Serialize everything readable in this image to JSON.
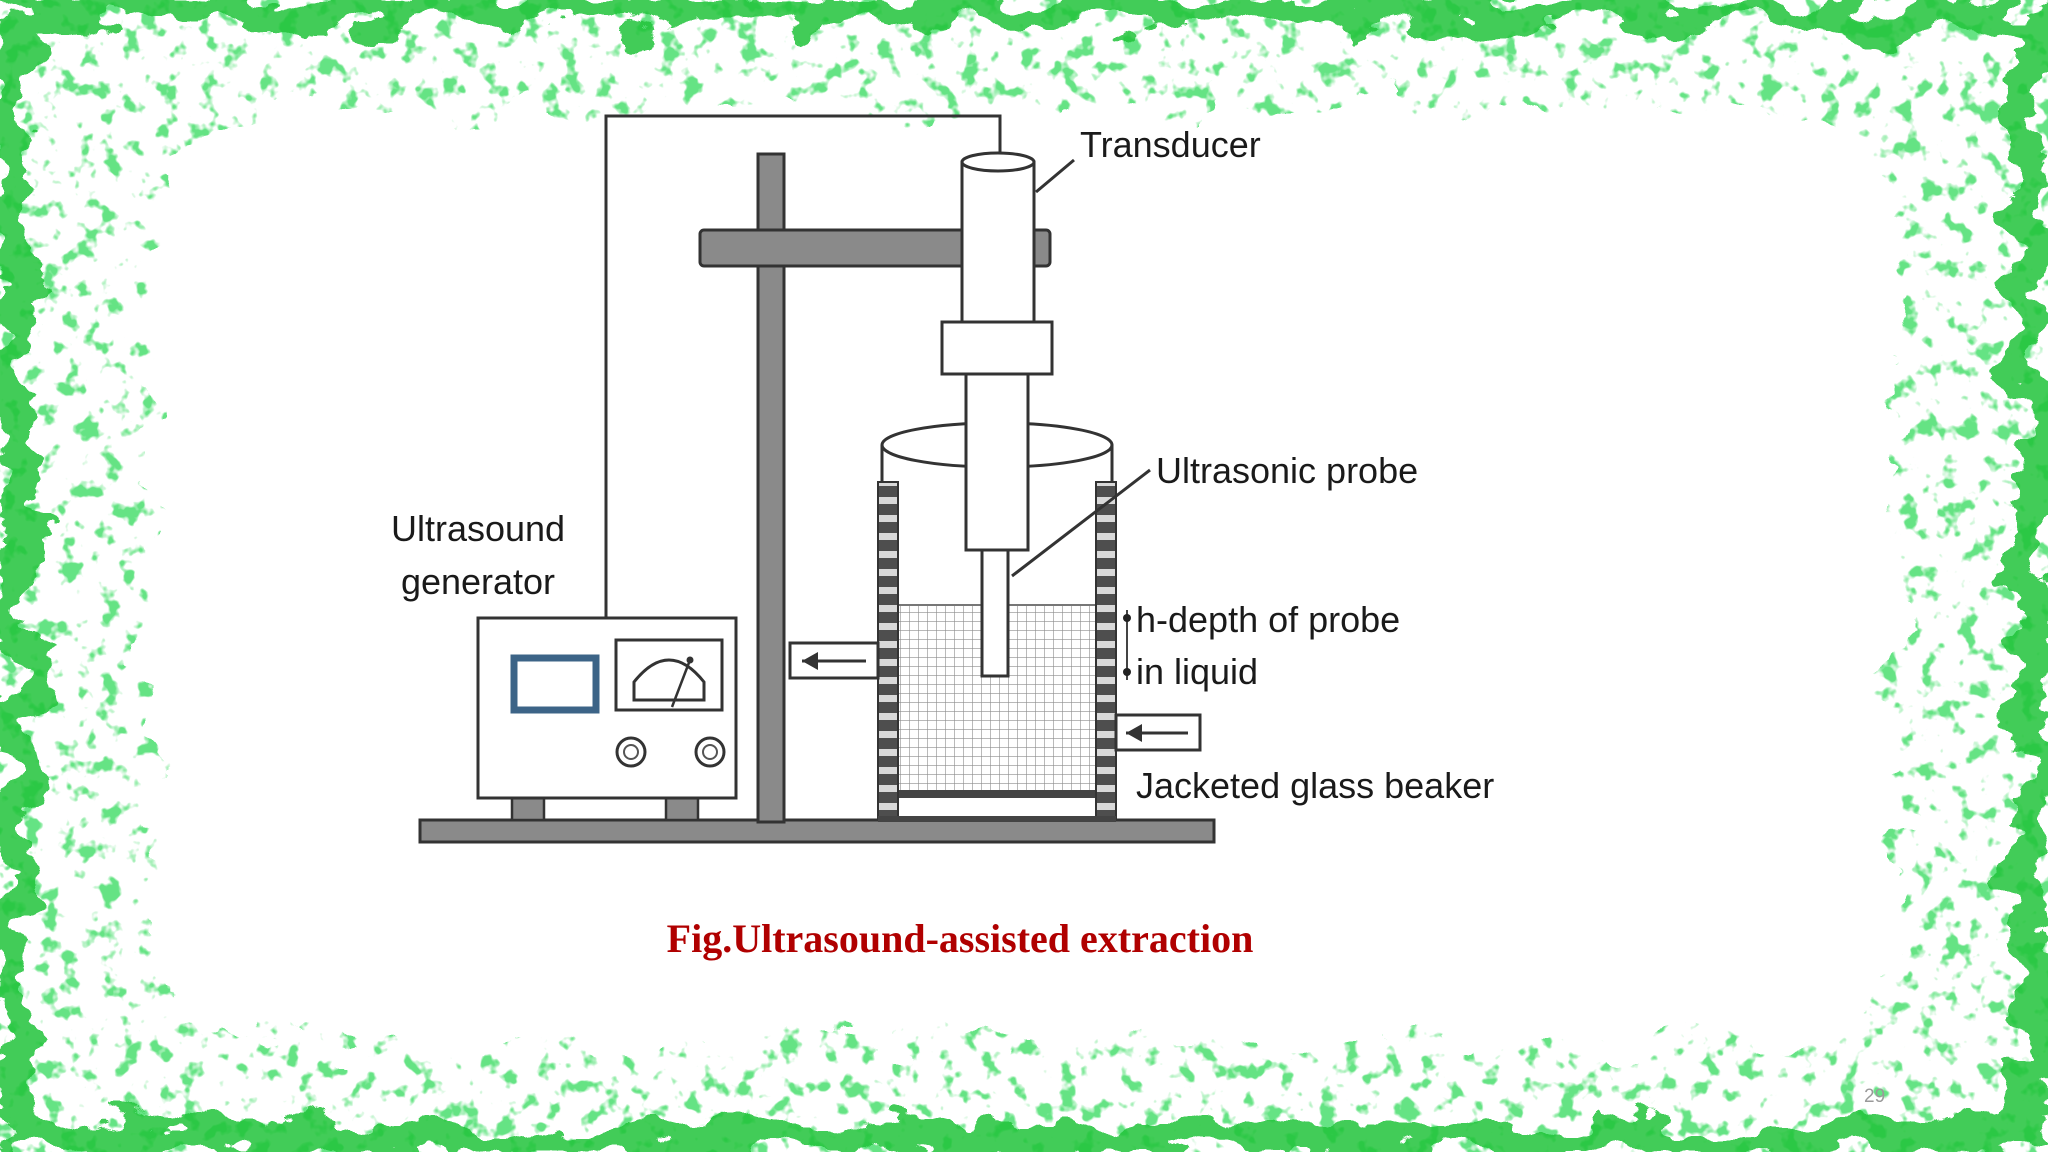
{
  "colors": {
    "frame_green": "#22c43a",
    "caption_red": "#b00000",
    "line_dark": "#333333",
    "metal_gray": "#8a8a8a",
    "meter_blue": "#3c6487"
  },
  "diagram": {
    "labels": {
      "transducer": "Transducer",
      "ultrasonic_probe": "Ultrasonic probe",
      "generator_line1": "Ultrasound",
      "generator_line2": "generator",
      "depth_line1": "h-depth of probe",
      "depth_line2": "in liquid",
      "beaker": "Jacketed glass beaker"
    }
  },
  "caption": "Fig.Ultrasound-assisted extraction",
  "slide_number": "29"
}
